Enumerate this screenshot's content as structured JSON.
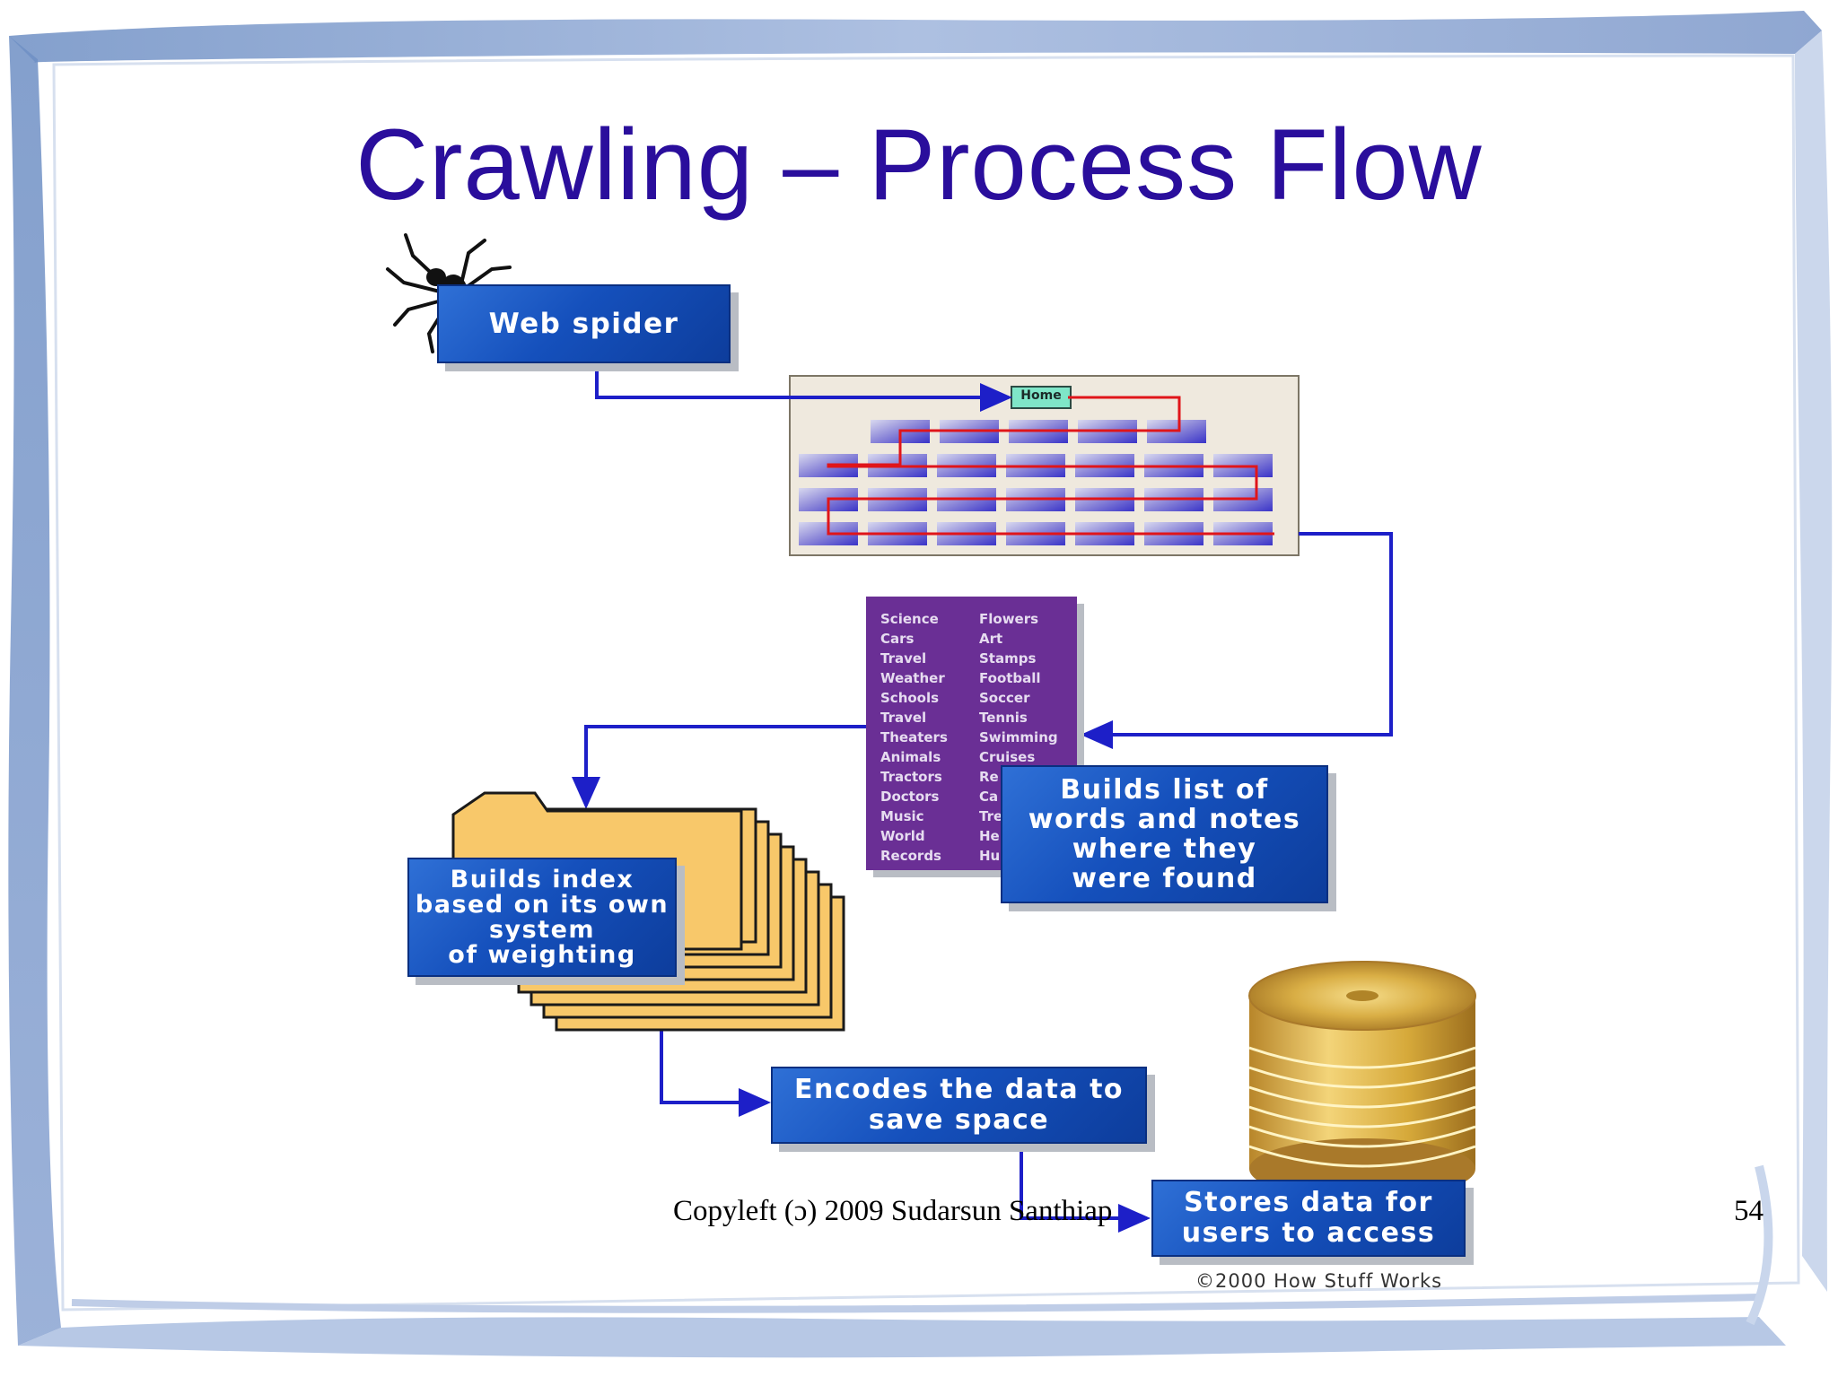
{
  "slide": {
    "title": "Crawling – Process Flow",
    "footer": "Copyleft (ɔ) 2009 Sudarsun Santhiap",
    "page_number": "54"
  },
  "diagram": {
    "nodes": {
      "web_spider": [
        "Web spider"
      ],
      "builds_list": [
        "Builds list of",
        "words and notes",
        "where they",
        "were found"
      ],
      "builds_index": [
        "Builds index",
        "based on its own",
        "system",
        "of weighting"
      ],
      "encodes": [
        "Encodes the data to",
        "save space"
      ],
      "stores": [
        "Stores data for",
        "users to access"
      ]
    },
    "site_map_home_label": "Home",
    "topics_left": [
      "Science",
      "Cars",
      "Travel",
      "Weather",
      "Schools",
      "Travel",
      "Theaters",
      "Animals",
      "Tractors",
      "Doctors",
      "Music",
      "World",
      "Records"
    ],
    "topics_right": [
      "Flowers",
      "Art",
      "Stamps",
      "Football",
      "Soccer",
      "Tennis",
      "Swimming",
      "Cruises",
      "Re",
      "Ca",
      "Tre",
      "He",
      "Hu"
    ],
    "credit": "©2000 How Stuff Works"
  },
  "colors": {
    "title": "#2a0e9c",
    "box_blue": "#1550bc",
    "arrow_blue": "#1d1fc8",
    "crawl_path_red": "#e0151a",
    "folder_yellow": "#f8c86a",
    "topics_purple": "#6a2f95",
    "disk_gold": "#d6a93a"
  }
}
